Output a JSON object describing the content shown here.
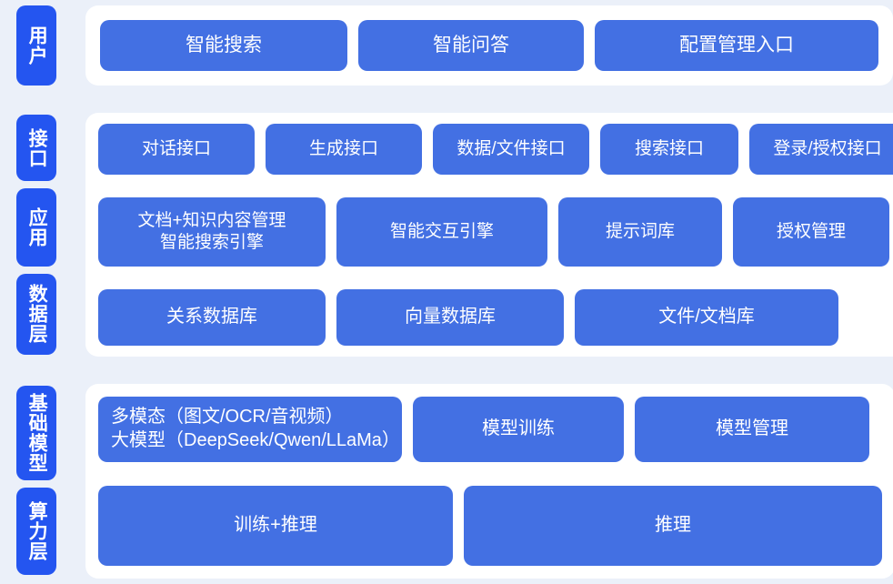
{
  "colors": {
    "page_background": "#ebf0f9",
    "card_background": "#ffffff",
    "badge_blue": "#2455f0",
    "box_blue": "#4370e3",
    "text_on_blue": "#ffffff"
  },
  "sections": [
    {
      "id": "user",
      "badges": [
        {
          "name": "user",
          "label": "用户"
        }
      ],
      "rows": [
        {
          "id": "user-row",
          "boxes": [
            {
              "name": "smart-search",
              "label": "智能搜索"
            },
            {
              "name": "smart-qa",
              "label": "智能问答"
            },
            {
              "name": "config-management-entry",
              "label": "配置管理入口"
            }
          ]
        }
      ]
    },
    {
      "id": "middle",
      "badges": [
        {
          "name": "interface",
          "label": "接口"
        },
        {
          "name": "application",
          "label": "应用"
        },
        {
          "name": "data-layer",
          "label": "数据层"
        }
      ],
      "rows": [
        {
          "id": "interface-row",
          "boxes": [
            {
              "name": "dialog-interface",
              "label": "对话接口"
            },
            {
              "name": "generation-interface",
              "label": "生成接口"
            },
            {
              "name": "data-file-interface",
              "label": "数据/文件接口"
            },
            {
              "name": "search-interface",
              "label": "搜索接口"
            },
            {
              "name": "login-auth-interface",
              "label": "登录/授权接口"
            }
          ]
        },
        {
          "id": "application-row",
          "boxes": [
            {
              "name": "document-knowledge-management",
              "label": "文档+知识内容管理\n智能搜索引擎"
            },
            {
              "name": "smart-interaction-engine",
              "label": "智能交互引擎"
            },
            {
              "name": "prompt-library",
              "label": "提示词库"
            },
            {
              "name": "authorization-management",
              "label": "授权管理"
            }
          ]
        },
        {
          "id": "data-row",
          "boxes": [
            {
              "name": "relational-database",
              "label": "关系数据库"
            },
            {
              "name": "vector-database",
              "label": "向量数据库"
            },
            {
              "name": "file-document-store",
              "label": "文件/文档库"
            }
          ]
        }
      ]
    },
    {
      "id": "base",
      "badges": [
        {
          "name": "foundation-model",
          "label": "基础模型"
        },
        {
          "name": "compute-layer",
          "label": "算力层"
        }
      ],
      "rows": [
        {
          "id": "foundation-row",
          "boxes": [
            {
              "name": "multimodal-large-model",
              "label": "多模态（图文/OCR/音视频）\n大模型（DeepSeek/Qwen/LLaMa）"
            },
            {
              "name": "model-training",
              "label": "模型训练"
            },
            {
              "name": "model-management",
              "label": "模型管理"
            }
          ]
        },
        {
          "id": "compute-row",
          "boxes": [
            {
              "name": "training-plus-inference",
              "label": "训练+推理"
            },
            {
              "name": "inference",
              "label": "推理"
            }
          ]
        }
      ]
    }
  ]
}
